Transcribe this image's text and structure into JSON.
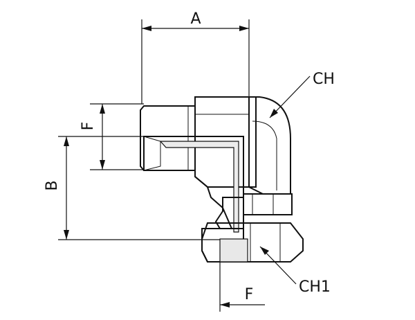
{
  "labels": {
    "a": "A",
    "b": "B",
    "f_top": "F",
    "f_bottom": "F",
    "ch": "CH",
    "ch1": "CH1"
  },
  "colors": {
    "body_light": "#d6d6d6",
    "body_mid": "#b4b4b4",
    "body_dark": "#8a8a8a",
    "highlight": "#efefef",
    "hatch": "#6f6f6f",
    "line": "#111111"
  }
}
